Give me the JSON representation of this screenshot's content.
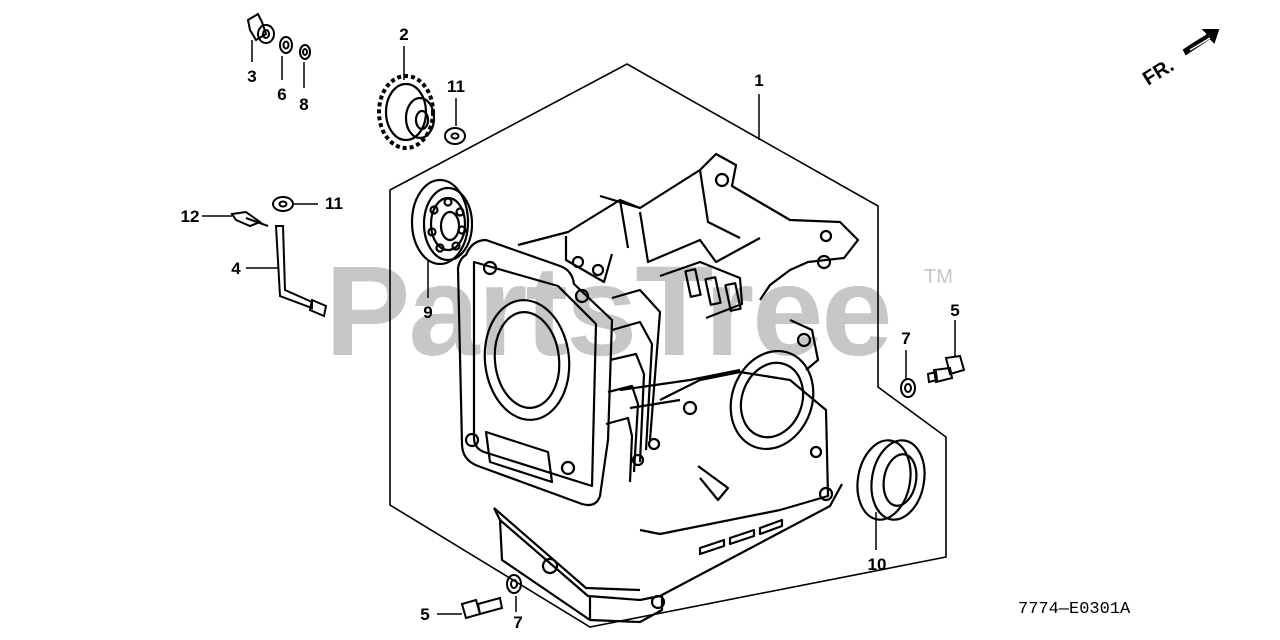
{
  "watermark": {
    "text": "PartsTree",
    "tm": "TM"
  },
  "front_marker": {
    "text": "FR."
  },
  "drawing_code": "7774—E0301A",
  "callouts": [
    {
      "id": "c1",
      "text": "1"
    },
    {
      "id": "c2",
      "text": "2"
    },
    {
      "id": "c3",
      "text": "3"
    },
    {
      "id": "c6",
      "text": "6"
    },
    {
      "id": "c8",
      "text": "8"
    },
    {
      "id": "c11a",
      "text": "11"
    },
    {
      "id": "c11b",
      "text": "11"
    },
    {
      "id": "c12",
      "text": "12"
    },
    {
      "id": "c4",
      "text": "4"
    },
    {
      "id": "c9",
      "text": "9"
    },
    {
      "id": "c7a",
      "text": "7"
    },
    {
      "id": "c5a",
      "text": "5"
    },
    {
      "id": "c10",
      "text": "10"
    },
    {
      "id": "c5b",
      "text": "5"
    },
    {
      "id": "c7b",
      "text": "7"
    }
  ],
  "colors": {
    "line": "#000000",
    "watermark": "#c7c7c7",
    "background": "#ffffff"
  },
  "icons": {
    "front_arrow": "arrow-up-right-icon"
  }
}
